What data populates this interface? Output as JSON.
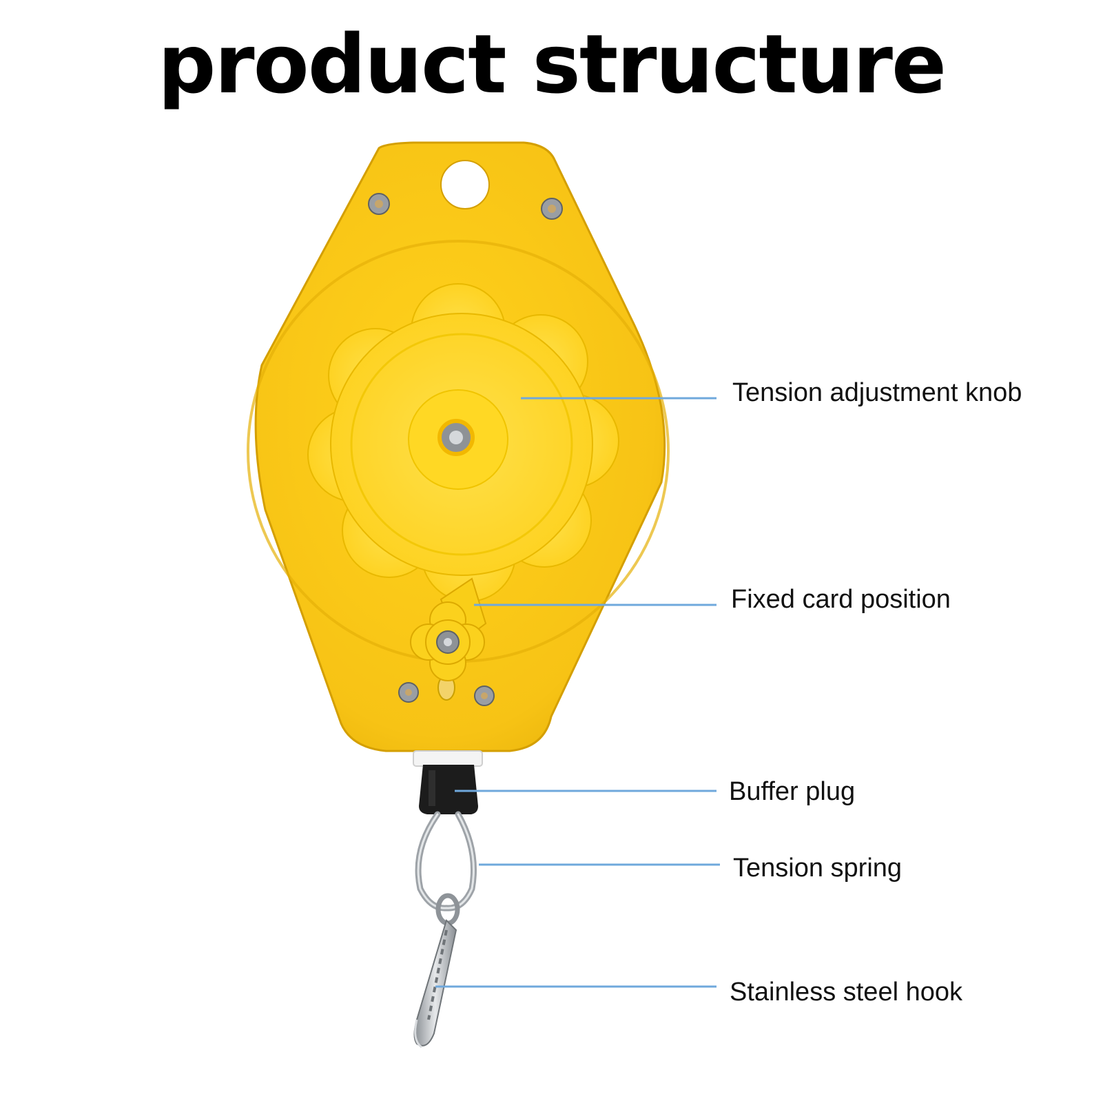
{
  "title": "product structure",
  "colors": {
    "body": "#f7c315",
    "body_shadow": "#d9a400",
    "knob": "#ffd51f",
    "leader_line": "#6fa8dc",
    "buffer_plug": "#1c1c1c",
    "steel": "#b8bcc0"
  },
  "labels": {
    "tension_adjustment_knob": "Tension adjustment knob",
    "fixed_card_position": "Fixed card position",
    "buffer_plug": "Buffer plug",
    "tension_spring": "Tension spring",
    "stainless_steel_hook": "Stainless steel hook"
  }
}
